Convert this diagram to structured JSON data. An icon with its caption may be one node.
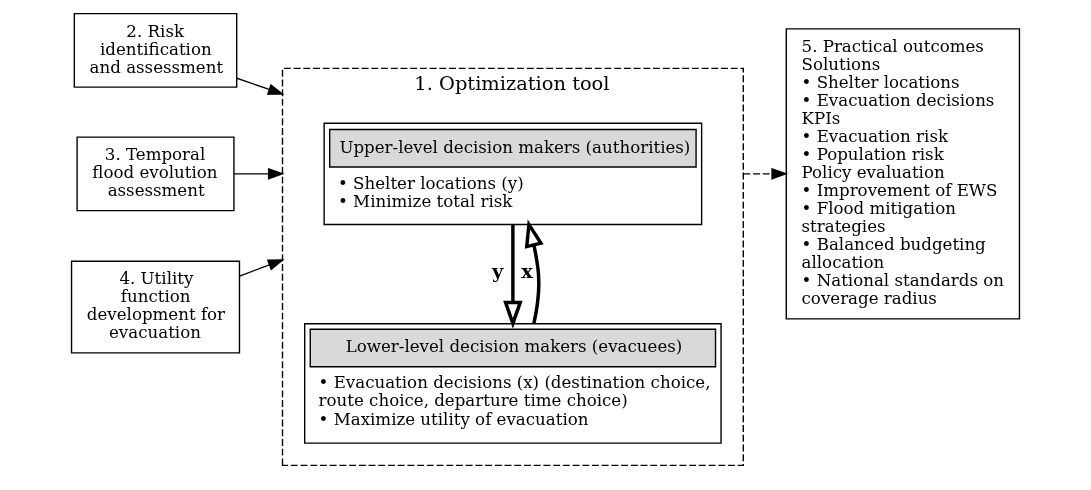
{
  "diagram": {
    "nodes": [
      {
        "text": [
          "2. Risk identification and assessment"
        ]
      },
      {
        "text": [
          "3. Temporal flood evolution assessment"
        ]
      },
      {
        "text": [
          "4. Utility function development for evacuation"
        ]
      },
      {
        "text": [
          "1. Optimization tool"
        ]
      },
      {
        "text": [
          "Upper-level decision makers (authorities)",
          "• Shelter locations (y)",
          "• Minimize total risk"
        ],
        "in": 3
      },
      {
        "text": [
          "Lower-level decision makers (evacuees)",
          "• Evacuation decisions (x) (destination choice, route choice, departure time choice)",
          "• Maximize utility of evacuation"
        ],
        "in": 3
      },
      {
        "text": [
          "5. Practical outcomes",
          "Solutions",
          "• Shelter locations",
          "• Evacuation decisions",
          "KPIs",
          "• Evacuation risk",
          "• Population risk",
          "Policy evaluation",
          "• Improvement of EWS",
          "• Flood mitigation strategies",
          "• Balanced budgeting allocation",
          "• National standards on coverage radius"
        ]
      }
    ],
    "edges": [
      {
        "from": 0,
        "to": 3,
        "arrow": "to"
      },
      {
        "from": 1,
        "to": 3,
        "arrow": "to"
      },
      {
        "from": 2,
        "to": 3,
        "arrow": "to"
      },
      {
        "from": 4,
        "to": 5,
        "arrow": "to",
        "label": "y",
        "style": "thick"
      },
      {
        "from": 5,
        "to": 4,
        "arrow": "to",
        "label": "x",
        "style": "thick"
      },
      {
        "from": 3,
        "to": 6,
        "arrow": "to",
        "style": "dashed"
      }
    ]
  }
}
